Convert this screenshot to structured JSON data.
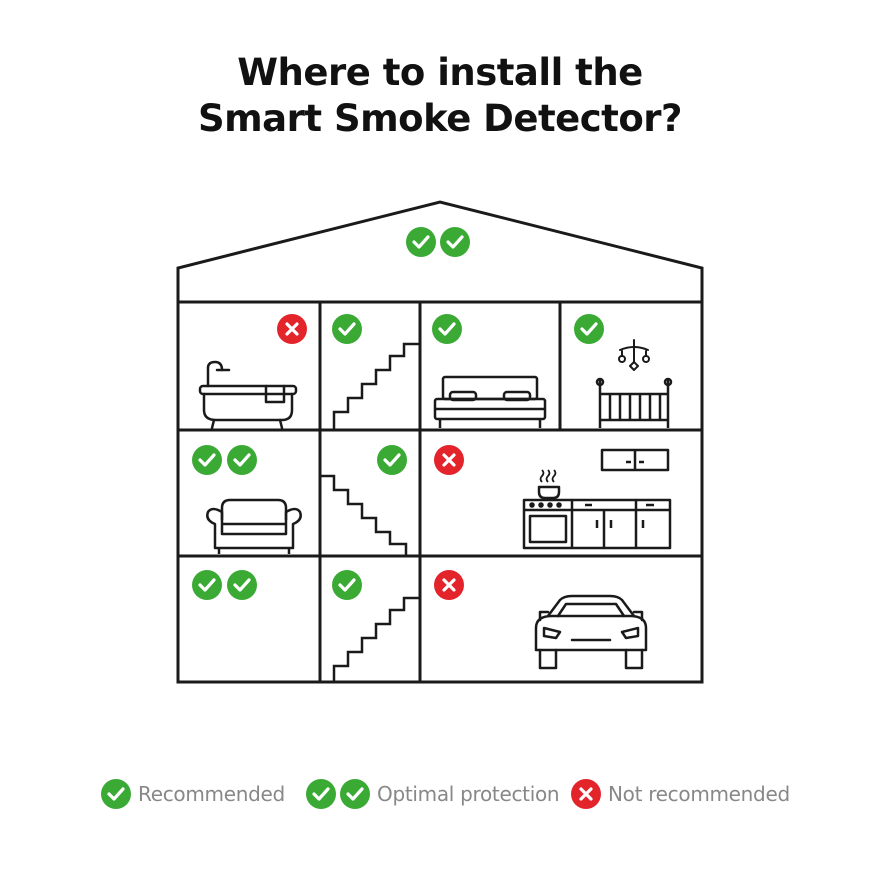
{
  "title": {
    "line1": "Where to install the",
    "line2": "Smart Smoke Detector?"
  },
  "colors": {
    "recommended": "#3aaa35",
    "not_recommended": "#e3242b",
    "outline": "#1a1a1a",
    "legend_text": "#888888"
  },
  "rooms": [
    {
      "name": "attic",
      "status": "optimal"
    },
    {
      "name": "bathroom",
      "status": "not-recommended"
    },
    {
      "name": "stairs-upper",
      "status": "recommended"
    },
    {
      "name": "bedroom",
      "status": "recommended"
    },
    {
      "name": "nursery",
      "status": "recommended"
    },
    {
      "name": "living-room",
      "status": "optimal"
    },
    {
      "name": "stairs-middle",
      "status": "recommended"
    },
    {
      "name": "kitchen",
      "status": "not-recommended"
    },
    {
      "name": "basement",
      "status": "optimal"
    },
    {
      "name": "stairs-lower",
      "status": "recommended"
    },
    {
      "name": "garage",
      "status": "not-recommended"
    }
  ],
  "legend": {
    "recommended": "Recommended",
    "optimal": "Optimal protection",
    "not_recommended": "Not recommended"
  }
}
